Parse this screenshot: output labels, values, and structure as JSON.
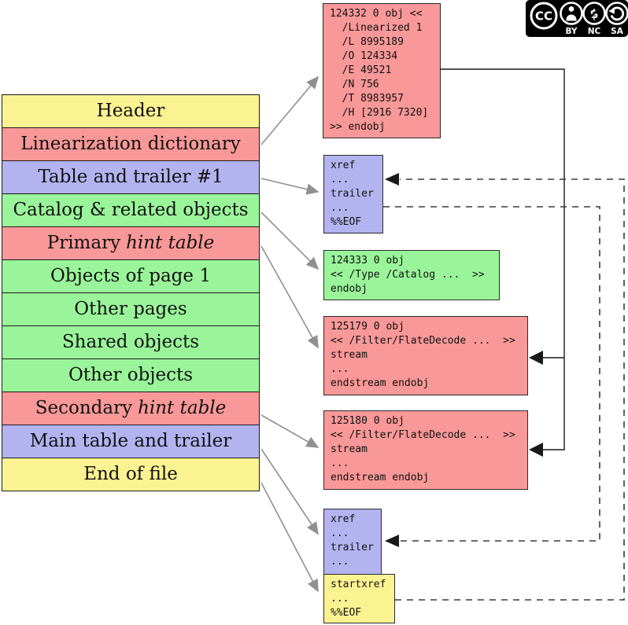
{
  "palette": {
    "yellow": "#FBF392",
    "pink": "#F99898",
    "blue": "#B3B3F0",
    "green": "#9AF59A",
    "box_border": "#2a2a2a",
    "gray_arrow": "#909090",
    "black_line": "#1a1a1a",
    "dashed_line": "#3a3a3a",
    "badge_bg": "#000000",
    "badge_fg": "#ffffff"
  },
  "stack": {
    "rows": [
      {
        "id": "header",
        "label": "Header",
        "color": "yellow"
      },
      {
        "id": "linearization-dictionary",
        "label": "Linearization dictionary",
        "color": "pink"
      },
      {
        "id": "table-and-trailer-1",
        "label": "Table and trailer #1",
        "color": "blue"
      },
      {
        "id": "catalog-related-objects",
        "label": "Catalog & related objects",
        "color": "green"
      },
      {
        "id": "primary-hint-table",
        "label": "Primary",
        "label_italic": "hint table",
        "color": "pink"
      },
      {
        "id": "objects-of-page-1",
        "label": "Objects of page 1",
        "color": "green"
      },
      {
        "id": "other-pages",
        "label": "Other pages",
        "color": "green"
      },
      {
        "id": "shared-objects",
        "label": "Shared objects",
        "color": "green"
      },
      {
        "id": "other-objects",
        "label": "Other objects",
        "color": "green"
      },
      {
        "id": "secondary-hint-table",
        "label": "Secondary",
        "label_italic": "hint table",
        "color": "pink"
      },
      {
        "id": "main-table-and-trailer",
        "label": "Main table and trailer",
        "color": "blue"
      },
      {
        "id": "end-of-file",
        "label": "End of file",
        "color": "yellow"
      }
    ]
  },
  "code_boxes": [
    {
      "id": "linearization-object",
      "color": "pink",
      "lines": [
        "124332 0 obj <<",
        "  /Linearized 1",
        "  /L 8995189",
        "  /O 124334",
        "  /E 49521",
        "  /N 756",
        "  /T 8983957",
        "  /H [2916 7320]",
        ">> endobj"
      ]
    },
    {
      "id": "first-xref-trailer",
      "color": "blue",
      "lines": [
        "xref",
        "...",
        "trailer",
        "...",
        "%%EOF"
      ]
    },
    {
      "id": "catalog-object",
      "color": "green",
      "lines": [
        "124333 0 obj",
        "<< /Type /Catalog ...  >>",
        "endobj"
      ]
    },
    {
      "id": "primary-hint-stream",
      "color": "pink",
      "lines": [
        "125179 0 obj",
        "<< /Filter/FlateDecode ...  >>",
        "stream",
        "...",
        "endstream endobj"
      ]
    },
    {
      "id": "secondary-hint-stream",
      "color": "pink",
      "lines": [
        "125180 0 obj",
        "<< /Filter/FlateDecode ...  >>",
        "stream",
        "...",
        "endstream endobj"
      ]
    },
    {
      "id": "main-xref-trailer",
      "color": "blue",
      "lines": [
        "xref",
        "...",
        "trailer",
        "..."
      ]
    },
    {
      "id": "startxref",
      "color": "yellow",
      "lines": [
        "startxref",
        "...",
        "%%EOF"
      ]
    }
  ],
  "license_badge": {
    "icons": [
      "cc-icon",
      "by-icon",
      "nc-icon",
      "sa-icon"
    ],
    "cc_text": "CC",
    "labels": [
      "BY",
      "NC",
      "SA"
    ]
  }
}
